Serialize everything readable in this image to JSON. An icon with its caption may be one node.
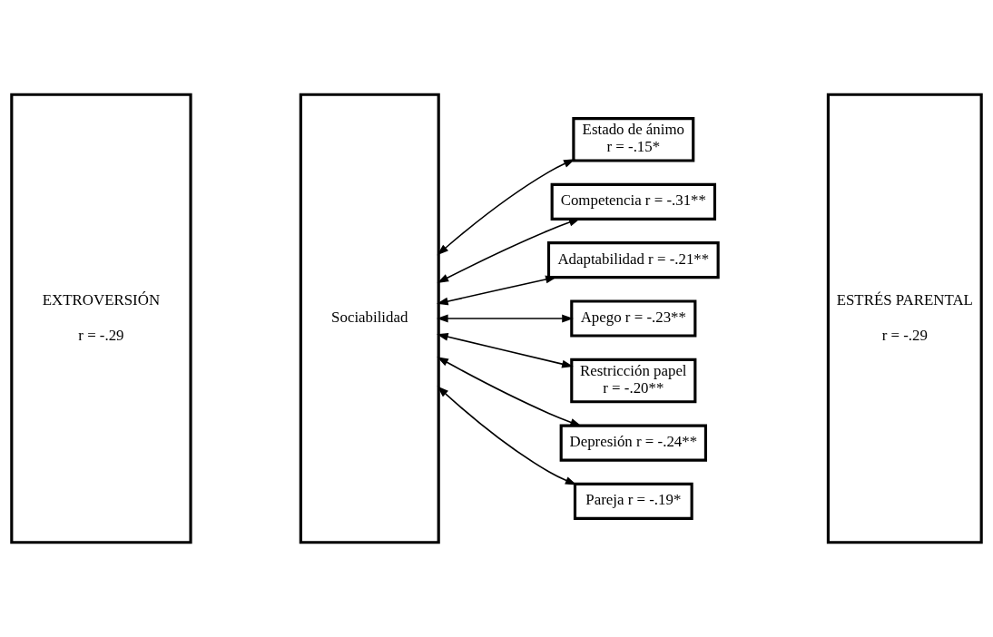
{
  "diagram": {
    "nodes": [
      {
        "text": [
          "EXTROVERSIÓN",
          "r = -.29"
        ]
      },
      {
        "text": [
          "Sociabilidad"
        ]
      },
      {
        "text": [
          "Estado de ánimo r = -.15*"
        ]
      },
      {
        "text": [
          "Competencia r = -.31**"
        ]
      },
      {
        "text": [
          "Adaptabilidad r = -.21**"
        ]
      },
      {
        "text": [
          "Apego r = -.23**"
        ]
      },
      {
        "text": [
          "Restricción papel r = -.20**"
        ]
      },
      {
        "text": [
          "Depresión r = -.24**"
        ]
      },
      {
        "text": [
          "Pareja r = -.19*"
        ]
      },
      {
        "text": [
          "ESTRÉS PARENTAL",
          "r = -.29"
        ]
      }
    ],
    "edges": [
      {
        "from": 1,
        "to": 2,
        "arrow": "both"
      },
      {
        "from": 1,
        "to": 3,
        "arrow": "both"
      },
      {
        "from": 1,
        "to": 4,
        "arrow": "both"
      },
      {
        "from": 1,
        "to": 5,
        "arrow": "both"
      },
      {
        "from": 1,
        "to": 6,
        "arrow": "both"
      },
      {
        "from": 1,
        "to": 7,
        "arrow": "both"
      },
      {
        "from": 1,
        "to": 8,
        "arrow": "both"
      }
    ]
  }
}
